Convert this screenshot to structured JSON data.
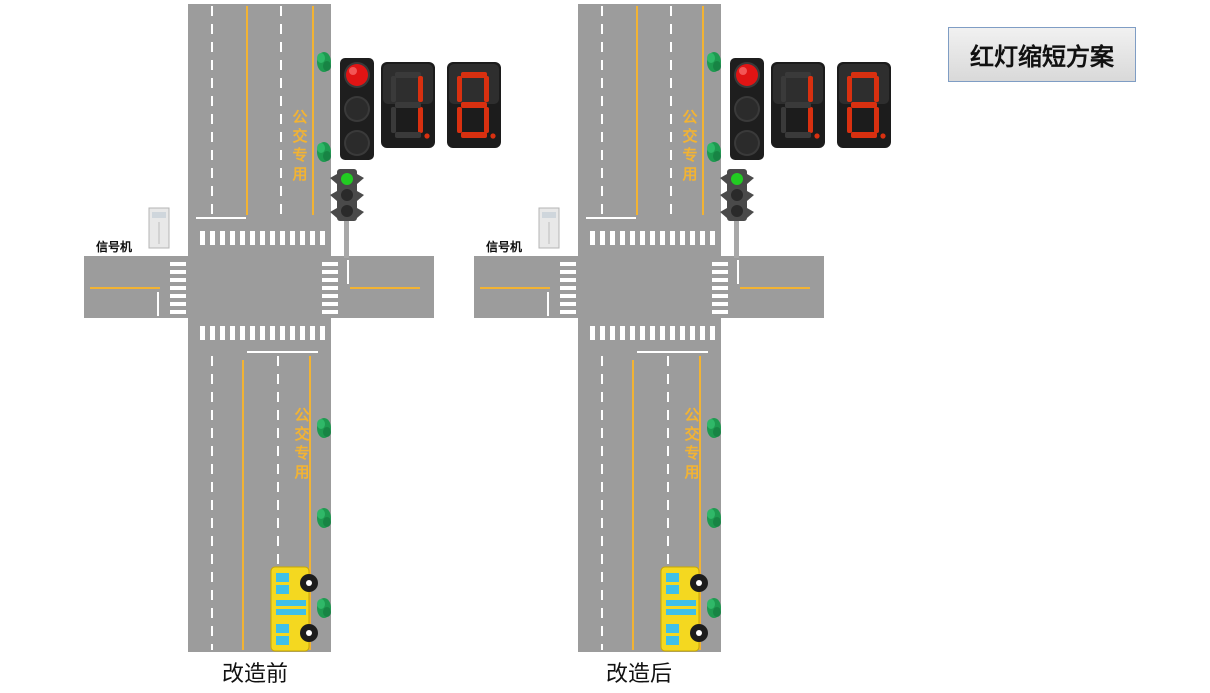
{
  "title": "红灯缩短方案",
  "panels": [
    {
      "caption": "改造前",
      "signal_label": "信号机",
      "bus_lane_label": [
        "公",
        "交",
        "专",
        "用"
      ],
      "countdown": "18",
      "busy_median": "yellow-center-line"
    },
    {
      "caption": "改造后",
      "signal_label": "信号机",
      "bus_lane_label": [
        "公",
        "交",
        "专",
        "用"
      ],
      "countdown": "18",
      "busy_median": "yellow-center-line"
    }
  ],
  "colors": {
    "road": "#9c9c9c",
    "lane_line": "#ffffff",
    "center_line": "#f2b333",
    "red_light": "#e01414",
    "green_light": "#22cc22",
    "digit": "#d83010",
    "bus": "#f4d820",
    "bus_window": "#3fc0e8",
    "tree": "#1e9a50"
  },
  "icons": [
    "traffic-light-icon",
    "countdown-display-icon",
    "signal-cabinet-icon",
    "bus-icon",
    "tree-icon"
  ]
}
